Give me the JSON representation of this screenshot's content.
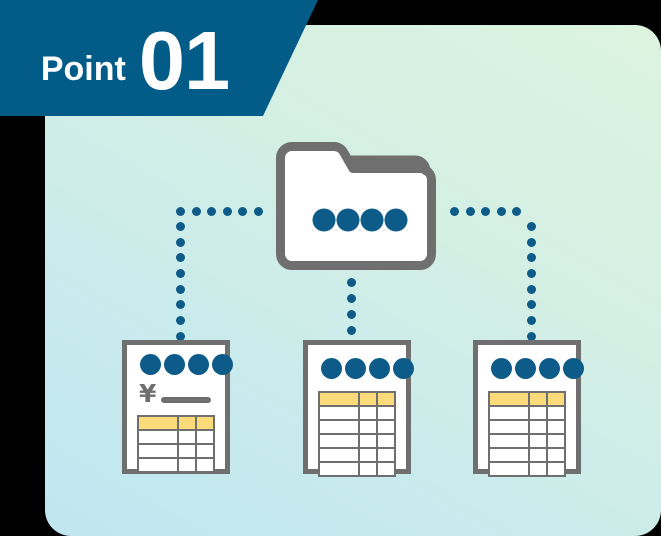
{
  "banner": {
    "label": "Point",
    "number": "01",
    "bg_color": "#035b87",
    "text_color": "#ffffff"
  },
  "card": {
    "gradient_from": "#bfe6f0",
    "gradient_to": "#dcf4df",
    "corner_radius": "26px"
  },
  "palette": {
    "accent_blue": "#0c5b88",
    "outline_gray": "#6f6f6f",
    "table_header_yellow": "#fbda79",
    "paper_white": "#ffffff"
  },
  "diagram": {
    "source": {
      "name": "folder",
      "icon": "folder-icon",
      "dot_count": 4
    },
    "connectors": [
      {
        "name": "connector-left",
        "path": "folder-to-document-1",
        "style": "dotted"
      },
      {
        "name": "connector-center",
        "path": "folder-to-document-2",
        "style": "dotted"
      },
      {
        "name": "connector-right",
        "path": "folder-to-document-3",
        "style": "dotted"
      }
    ],
    "documents": [
      {
        "name": "document-invoice",
        "icon": "invoice-document-icon",
        "dot_count": 4,
        "has_currency_symbol": true,
        "currency_symbol": "¥",
        "table": {
          "columns": 3,
          "rows": 4,
          "header_row": true
        }
      },
      {
        "name": "document-spreadsheet-1",
        "icon": "spreadsheet-document-icon",
        "dot_count": 4,
        "has_currency_symbol": false,
        "currency_symbol": "",
        "table": {
          "columns": 3,
          "rows": 6,
          "header_row": true
        }
      },
      {
        "name": "document-spreadsheet-2",
        "icon": "spreadsheet-document-icon",
        "dot_count": 4,
        "has_currency_symbol": false,
        "currency_symbol": "",
        "table": {
          "columns": 3,
          "rows": 6,
          "header_row": true
        }
      }
    ]
  }
}
